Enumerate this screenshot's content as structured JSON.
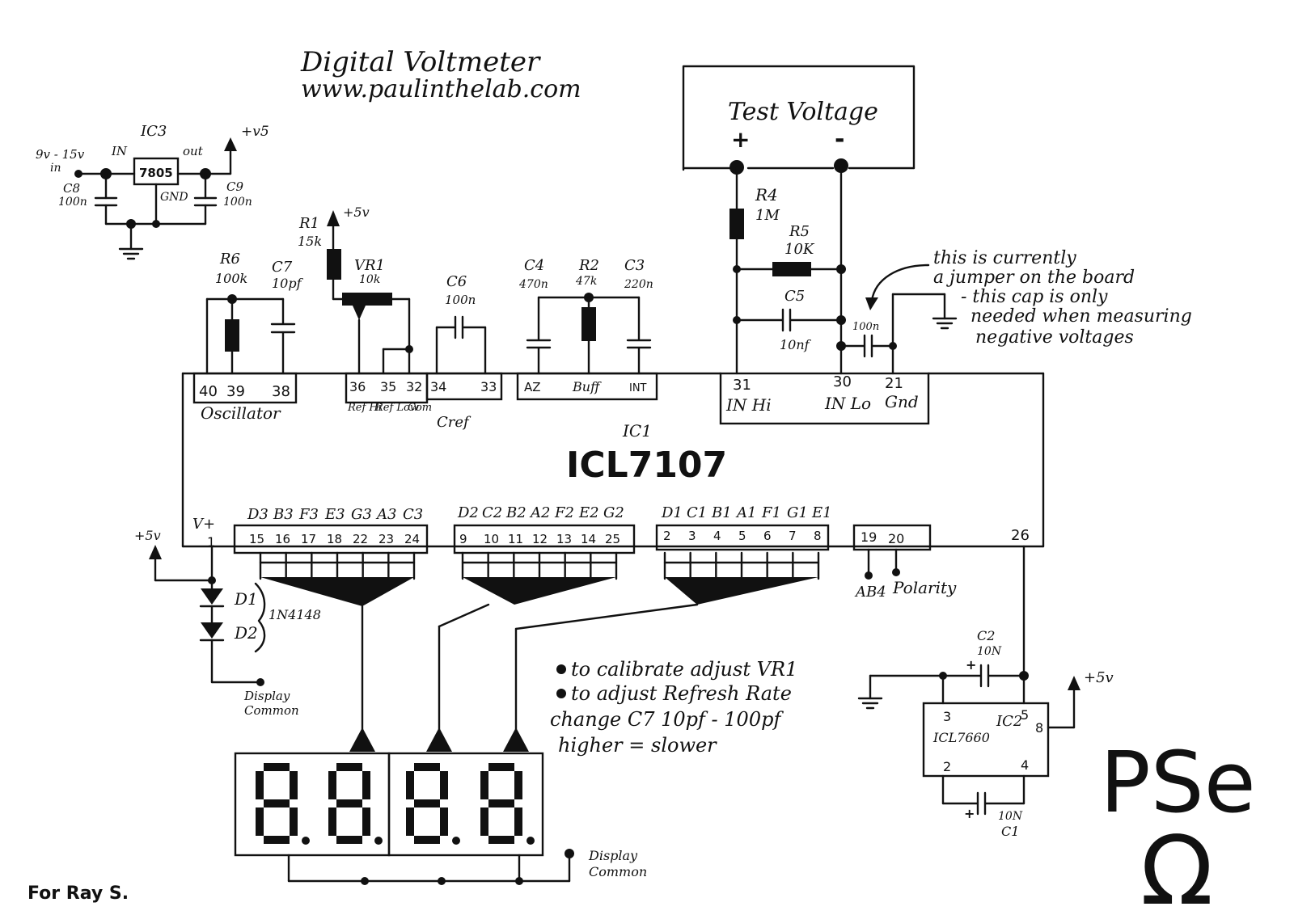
{
  "title": {
    "line1": "Digital Voltmeter",
    "line2": "www.paulinthelab.com"
  },
  "test_voltage": {
    "label": "Test Voltage",
    "plus": "+",
    "minus": "-"
  },
  "regulator": {
    "name": "IC3",
    "part": "7805",
    "in": "IN",
    "out": "out",
    "gnd": "GND",
    "supply_top": "9v - 15v",
    "supply_bottom": "in",
    "v_out": "+v5",
    "c8_name": "C8",
    "c8_value": "100n",
    "c9_name": "C9",
    "c9_value": "100n"
  },
  "components": {
    "r1_name": "R1",
    "r1_value": "15k",
    "r1_supply": "+5v",
    "vr1_name": "VR1",
    "vr1_value": "10k",
    "r6_name": "R6",
    "r6_value": "100k",
    "c7_name": "C7",
    "c7_value": "10pf",
    "c6_name": "C6",
    "c6_value": "100n",
    "c4_name": "C4",
    "c4_value": "470n",
    "r2_name": "R2",
    "r2_value": "47k",
    "c3_name": "C3",
    "c3_value": "220n",
    "r4_name": "R4",
    "r4_value": "1M",
    "r5_name": "R5",
    "r5_value": "10K",
    "c5_name": "C5",
    "c5_value": "10nf",
    "cin_value": "100n"
  },
  "note_cap": {
    "line1": "this is currently",
    "line2": "a jumper on the board",
    "line3": "- this cap is only",
    "line4": "needed when measuring",
    "line5": "negative voltages"
  },
  "ic1": {
    "ref": "IC1",
    "part": "ICL7107",
    "top_pins": {
      "osc": [
        "40",
        "39",
        "38"
      ],
      "osc_label": "Oscillator",
      "ref": [
        "36",
        "35",
        "32"
      ],
      "ref_hi": "Ref Hi",
      "ref_low": "Ref Low",
      "com": "Com",
      "cref": [
        "34",
        "33"
      ],
      "cref_label": "Cref",
      "int_pins": [
        "AZ",
        "Buff",
        "INT"
      ],
      "input": [
        "31",
        "30",
        "21"
      ],
      "in_hi": "IN Hi",
      "in_lo": "IN Lo",
      "gnd": "Gnd"
    },
    "bottom": {
      "vplus": "V+",
      "vplus_pin": "1",
      "vplus_supply": "+5v",
      "d3_names": [
        "D3",
        "B3",
        "F3",
        "E3",
        "G3",
        "A3",
        "C3"
      ],
      "d3_pins": [
        "15",
        "16",
        "17",
        "18",
        "22",
        "23",
        "24"
      ],
      "d2_names": [
        "D2",
        "C2",
        "B2",
        "A2",
        "F2",
        "E2",
        "G2"
      ],
      "d2_pins": [
        "9",
        "10",
        "11",
        "12",
        "13",
        "14",
        "25"
      ],
      "d1_names": [
        "D1",
        "C1",
        "B1",
        "A1",
        "F1",
        "G1",
        "E1"
      ],
      "d1_pins": [
        "2",
        "3",
        "4",
        "5",
        "6",
        "7",
        "8"
      ],
      "pol_pins": [
        "19",
        "20"
      ],
      "ab4": "AB4",
      "polarity": "Polarity",
      "pin26": "26"
    }
  },
  "diodes": {
    "d1": "D1",
    "d2": "D2",
    "part": "1N4148",
    "display_common": [
      "Display",
      "Common"
    ]
  },
  "charge_pump": {
    "ref": "IC2",
    "part": "ICL7660",
    "pins": [
      "3",
      "5",
      "8",
      "2",
      "4"
    ],
    "c2_name": "C2",
    "c2_value": "10N",
    "c1_name": "C1",
    "c1_value": "10N",
    "plus": "+",
    "supply": "+5v"
  },
  "instructions": {
    "line1": "to calibrate adjust VR1",
    "line2": "to adjust Refresh Rate",
    "line3": "change C7  10pf - 100pf",
    "line4": "higher = slower"
  },
  "display_common_bottom": [
    "Display",
    "Common"
  ],
  "dedication": "For Ray S.",
  "logo": {
    "text": "PSe",
    "symbol": "Ω"
  }
}
